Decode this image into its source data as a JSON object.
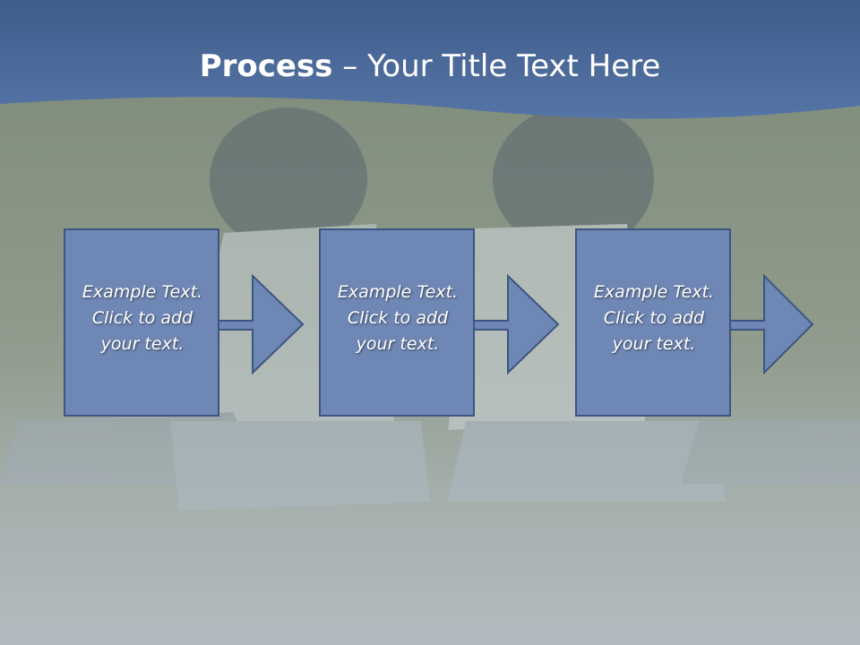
{
  "title": {
    "bold": "Process",
    "rest": " – Your Title Text Here"
  },
  "steps": [
    {
      "lines": [
        "Example Text.",
        "Click  to add",
        "your text."
      ]
    },
    {
      "lines": [
        "Example Text.",
        "Click  to add",
        "your text."
      ]
    },
    {
      "lines": [
        "Example Text.",
        "Click  to add",
        "your text."
      ]
    }
  ],
  "colors": {
    "banner": "#4a6794",
    "box": "#6f87b4",
    "box_border": "#3d5580",
    "grass": "#8f9c88"
  }
}
